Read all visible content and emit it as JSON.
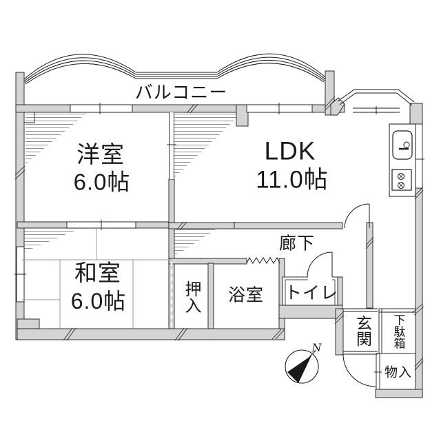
{
  "plan": {
    "balcony": "バルコニー",
    "western_room": {
      "name": "洋室",
      "size": "6.0帖"
    },
    "ldk": {
      "name": "LDK",
      "size": "11.0帖"
    },
    "japanese_room": {
      "name": "和室",
      "size": "6.0帖"
    },
    "closet": "押入",
    "bathroom": "浴室",
    "hallway": "廊下",
    "toilet": "トイレ",
    "entrance": "玄関",
    "shoe_cabinet": "下駄箱",
    "storage": "物入",
    "compass_north": "N"
  },
  "colors": {
    "wall": "#d4d4d4",
    "line": "#1a1a1a",
    "thin": "#9a9a9a",
    "hatch": "#8f8f8f",
    "background": "#ffffff"
  }
}
